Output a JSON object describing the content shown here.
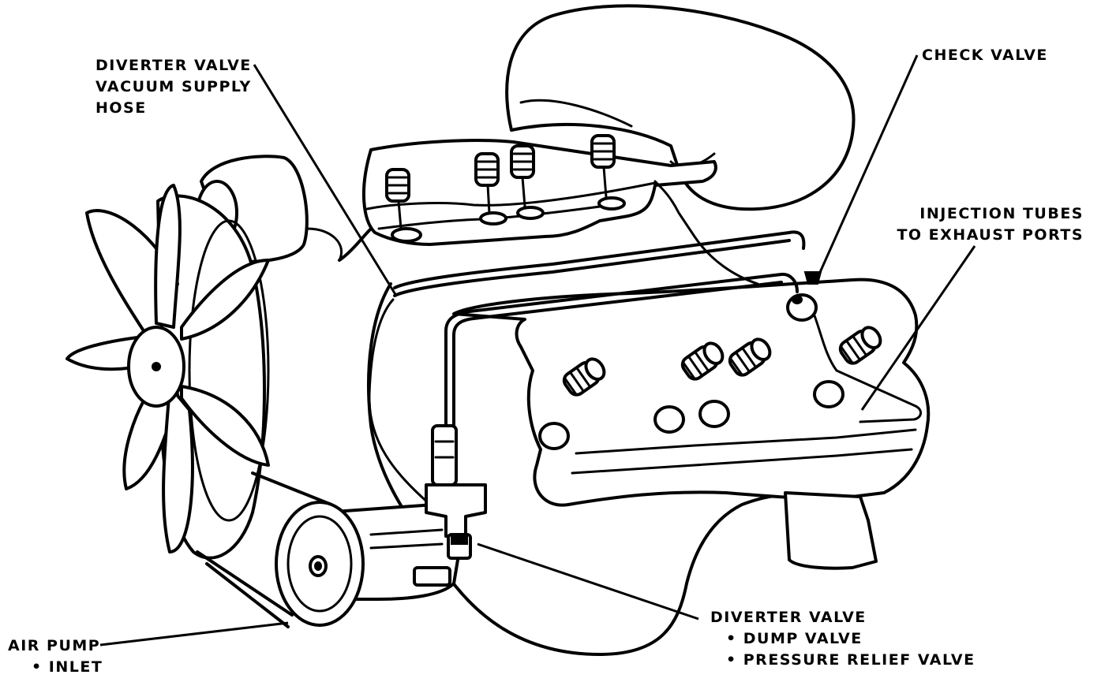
{
  "labels": {
    "diverter_vacuum_hose": [
      "DIVERTER VALVE",
      "VACUUM SUPPLY",
      "HOSE"
    ],
    "check_valve": [
      "CHECK VALVE"
    ],
    "injection_tubes": [
      "INJECTION TUBES",
      "TO EXHAUST PORTS"
    ],
    "air_pump": [
      "AIR PUMP",
      "• INLET"
    ],
    "diverter_valve": [
      "DIVERTER VALVE",
      "• DUMP VALVE",
      "• PRESSURE RELIEF VALVE"
    ]
  }
}
